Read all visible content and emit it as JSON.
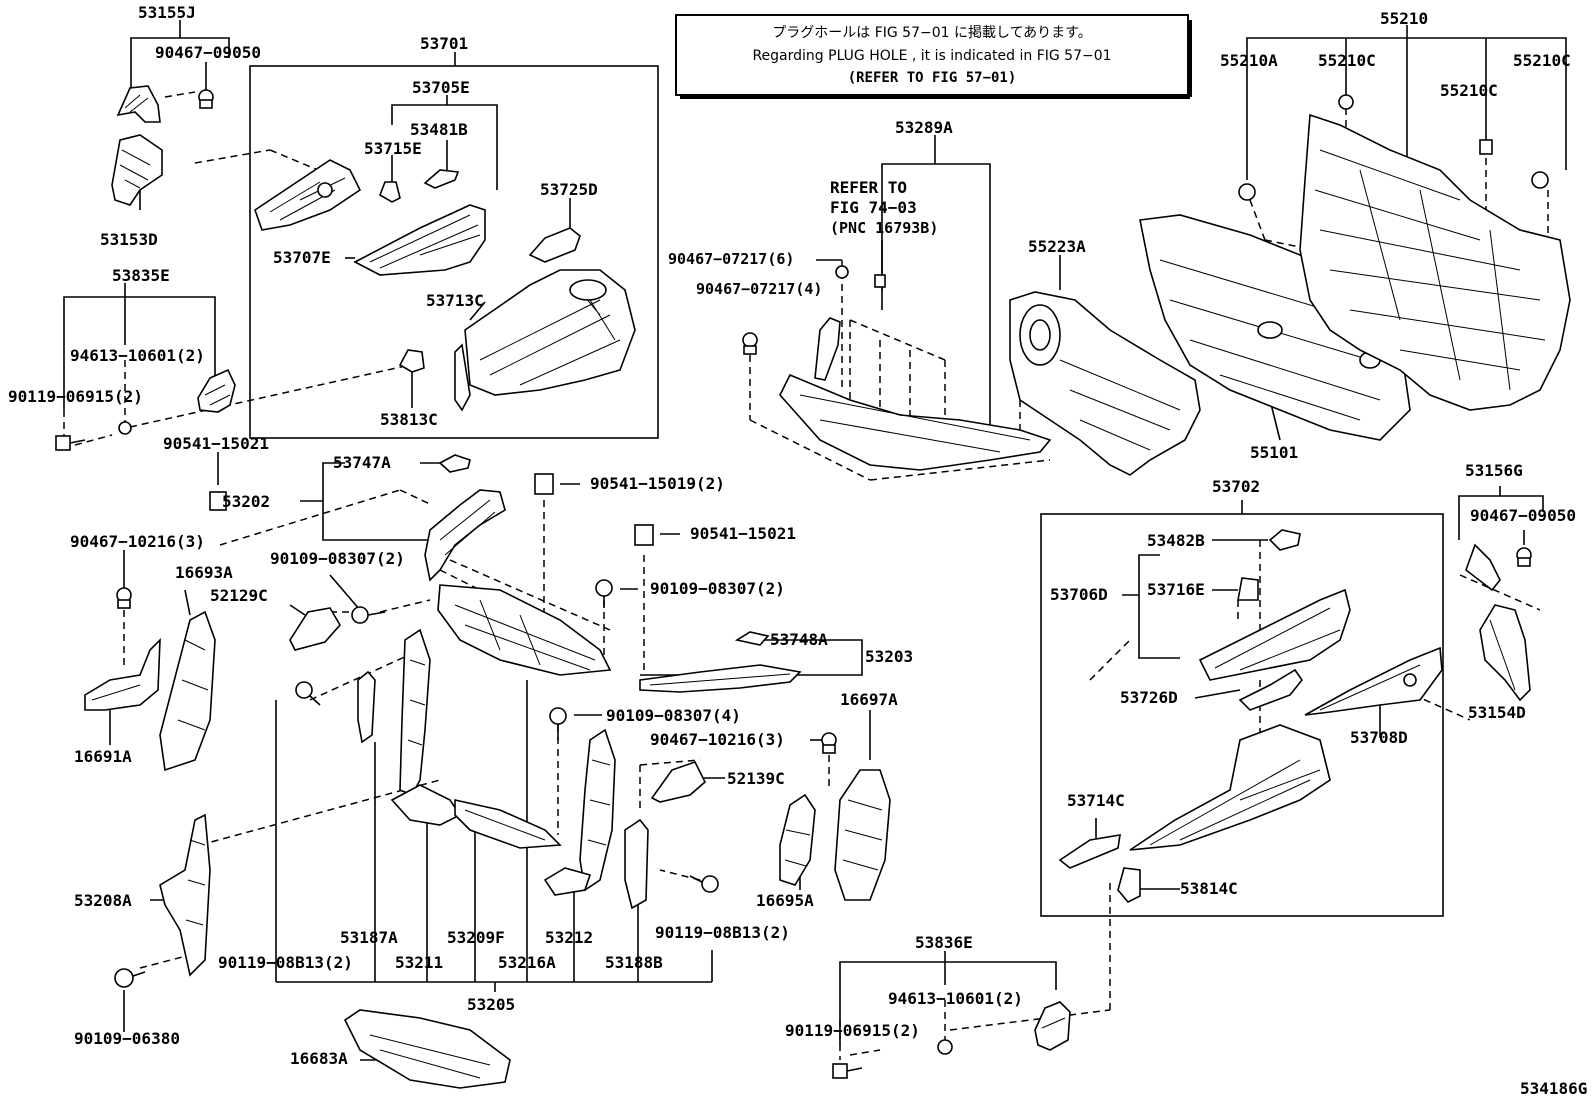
{
  "diagram_id": "534186G",
  "notice": {
    "line1": "プラグホールは FIG 57−01 に掲載してあります。",
    "line2": "Regarding PLUG HOLE , it is indicated in FIG 57−01",
    "line3": "(REFER TO FIG 57−01)"
  },
  "refer_note": {
    "line1": "REFER TO",
    "line2": "FIG 74−03",
    "line3": "(PNC 16793B)"
  },
  "labels": {
    "p53155J": "53155J",
    "p90467_09050_a": "90467−09050",
    "p53153D": "53153D",
    "p53835E": "53835E",
    "p94613_a": "94613−10601(2)",
    "p90119_06915_a": "90119−06915(2)",
    "p53701": "53701",
    "p53705E": "53705E",
    "p53481B": "53481B",
    "p53715E": "53715E",
    "p53707E": "53707E",
    "p53725D": "53725D",
    "p53713C": "53713C",
    "p53813C": "53813C",
    "p53289A": "53289A",
    "p90467_07217_6": "90467−07217(6)",
    "p90467_07217_4": "90467−07217(4)",
    "p55223A": "55223A",
    "p55210": "55210",
    "p55210A": "55210A",
    "p55210C_a": "55210C",
    "p55210C_b": "55210C",
    "p55210C_c": "55210C",
    "p55101": "55101",
    "p53702": "53702",
    "p53482B": "53482B",
    "p53716E": "53716E",
    "p53706D": "53706D",
    "p53726D": "53726D",
    "p53708D": "53708D",
    "p53714C": "53714C",
    "p53814C": "53814C",
    "p53156G": "53156G",
    "p90467_09050_b": "90467−09050",
    "p53154D": "53154D",
    "p90541_15021_a": "90541−15021",
    "p53747A": "53747A",
    "p53202": "53202",
    "p90467_10216_a": "90467−10216(3)",
    "p90109_08307_a": "90109−08307(2)",
    "p16693A": "16693A",
    "p52129C": "52129C",
    "p16691A": "16691A",
    "p90541_15019": "90541−15019(2)",
    "p90541_15021_b": "90541−15021",
    "p90109_08307_b": "90109−08307(2)",
    "p53748A": "53748A",
    "p53203": "53203",
    "p90109_08307_c": "90109−08307(4)",
    "p90467_10216_b": "90467−10216(3)",
    "p16697A": "16697A",
    "p52139C": "52139C",
    "p16695A": "16695A",
    "p53208A": "53208A",
    "p90119_08B13_a": "90119−08B13(2)",
    "p90119_08B13_b": "90119−08B13(2)",
    "p53187A": "53187A",
    "p53211": "53211",
    "p53209F": "53209F",
    "p53216A": "53216A",
    "p53212": "53212",
    "p53188B": "53188B",
    "p53205": "53205",
    "p90109_06380": "90109−06380",
    "p16683A": "16683A",
    "p53836E": "53836E",
    "p94613_b": "94613−10601(2)",
    "p90119_06915_b": "90119−06915(2)"
  }
}
